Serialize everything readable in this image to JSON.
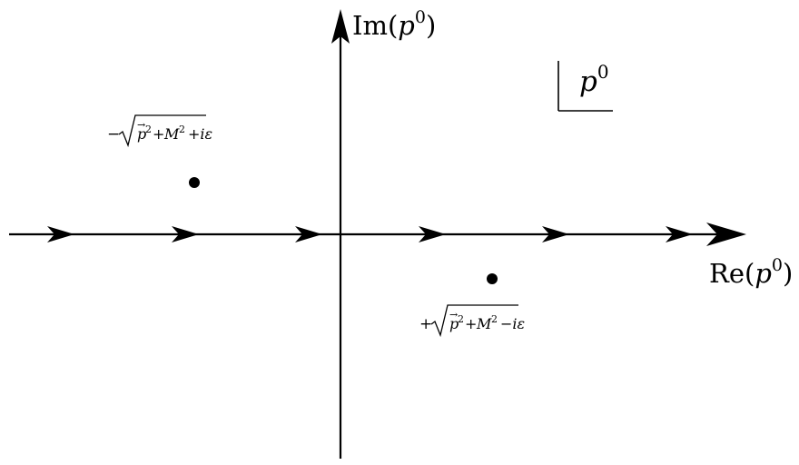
{
  "axes": {
    "imag_label_prefix": "Im(",
    "imag_label_var": "p",
    "imag_label_sup": "0",
    "imag_label_suffix": ")",
    "real_label_prefix": "Re(",
    "real_label_var": "p",
    "real_label_sup": "0",
    "real_label_suffix": ")"
  },
  "plane_tag": {
    "var": "p",
    "sup": "0"
  },
  "poles": {
    "upper_left": {
      "sign": "−",
      "vec": "p",
      "arrow": "→",
      "sq1": "2",
      "plus": "+",
      "mass": "M",
      "sq2": "2",
      "shift": "+iε"
    },
    "lower_right": {
      "sign": "+",
      "vec": "p",
      "arrow": "→",
      "sq1": "2",
      "plus": "+",
      "mass": "M",
      "sq2": "2",
      "shift": "−iε"
    }
  },
  "colors": {
    "ink": "#000000",
    "background": "#ffffff"
  }
}
